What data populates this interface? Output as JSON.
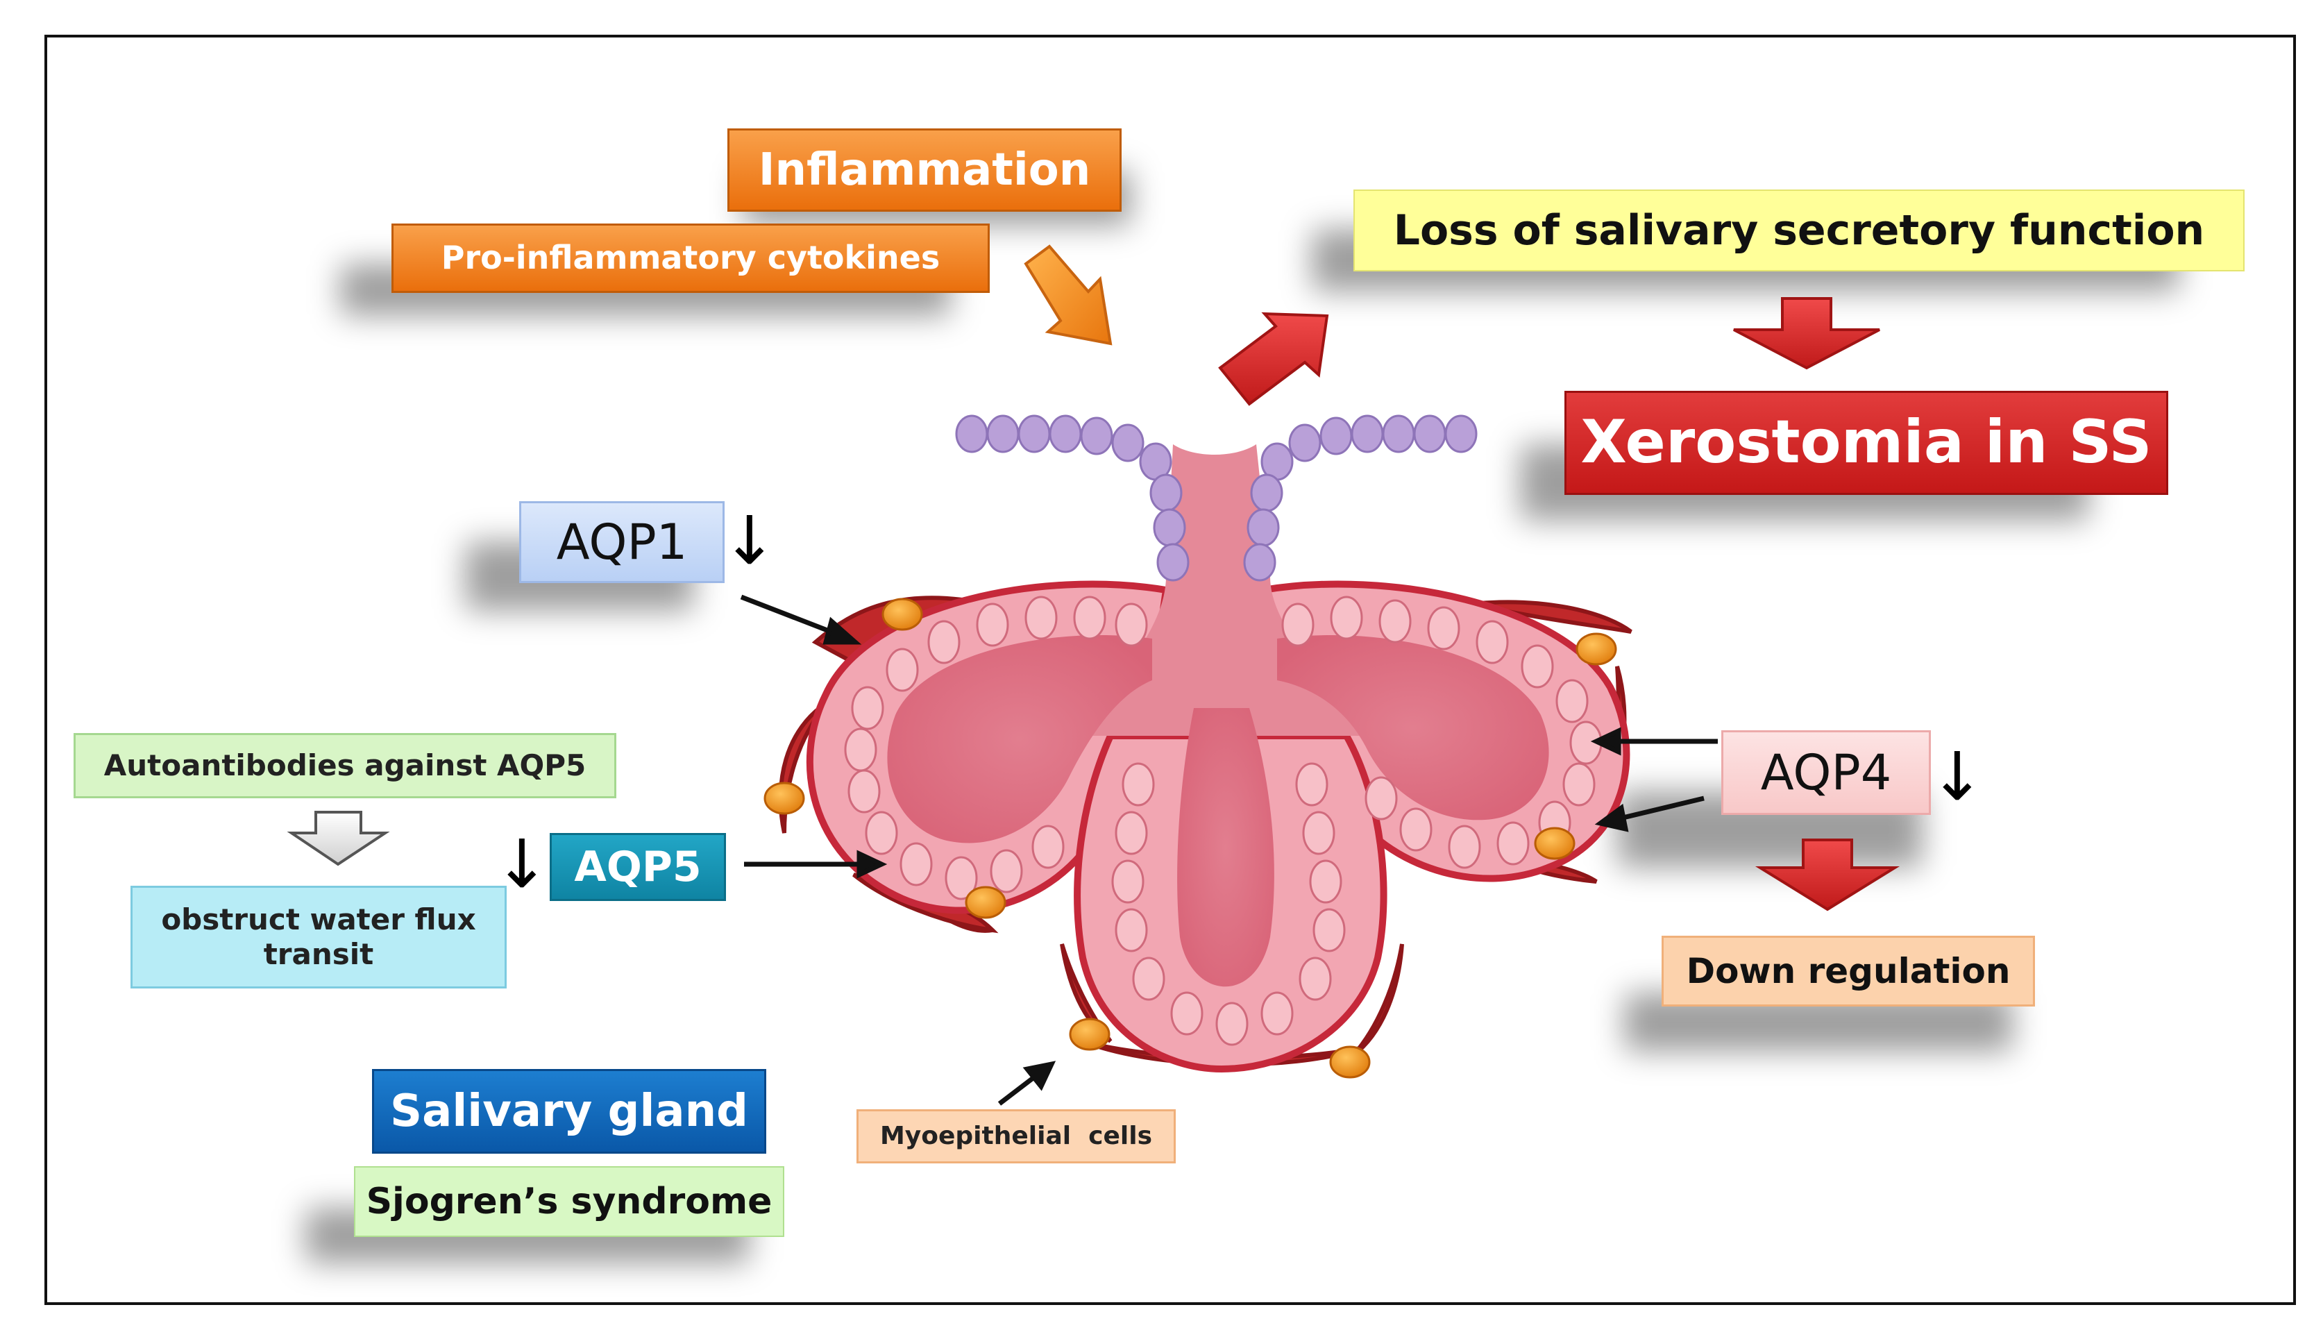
{
  "labels": {
    "inflammation": "Inflammation",
    "cytokines": "Pro-inflammatory cytokines",
    "loss_function": "Loss of salivary secretory function",
    "xerostomia": "Xerostomia in SS",
    "aqp1": "AQP1",
    "aqp4": "AQP4",
    "aqp5": "AQP5",
    "autoantibodies": "Autoantibodies against AQP5",
    "obstruct": "obstruct water flux transit",
    "down_regulation": "Down regulation",
    "myoepithelial": "Myoepithelial  cells",
    "salivary_gland": "Salivary gland",
    "sjogren": "Sjogren’s syndrome"
  },
  "down_arrow_glyph": "↓",
  "colors": {
    "orange": "#f07d14",
    "red": "#d7282c",
    "yellow": "#ffff99",
    "light_blue": "#c9dcf8",
    "teal": "#1594b4",
    "light_green": "#d6f5c2",
    "light_cyan": "#b7ecf6",
    "pink": "#fbd4d4",
    "peach": "#fbd2ad",
    "dark_blue": "#0c63b5",
    "tissue_pink": "#f0a2ae",
    "myoepithelial_red": "#c0282a",
    "nucleus_orange": "#f49a18",
    "duct_purple": "#b49ad3"
  }
}
